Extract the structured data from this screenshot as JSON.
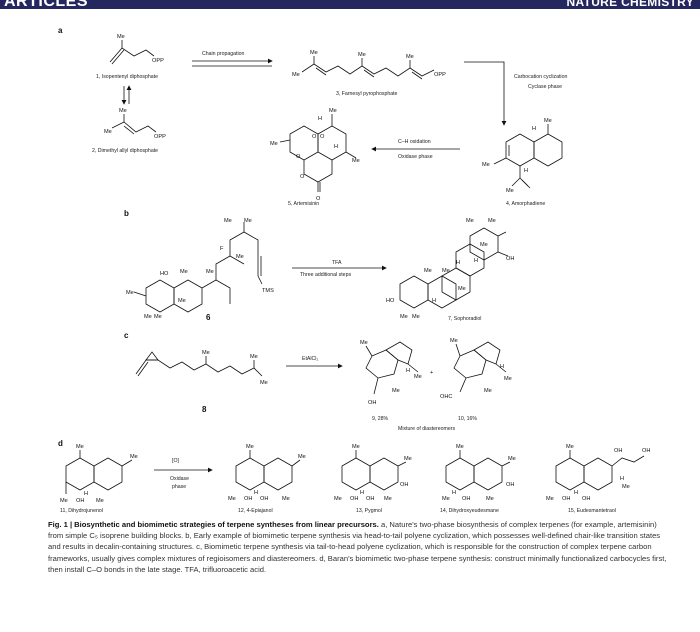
{
  "header": {
    "left": "ARTICLES",
    "right": "NATURE CHEMISTRY"
  },
  "figure": {
    "panels": {
      "a": "a",
      "b": "b",
      "c": "c",
      "d": "d"
    },
    "compounds": {
      "c1": "1, Isopentenyl diphosphate",
      "c2": "2, Dimethyl allyl diphosphate",
      "c3": "3, Farnesyl pyrophosphate",
      "c4": "4, Amorphadiene",
      "c5": "5, Artemisinin",
      "c6": "6",
      "c7": "7, Sophoradiol",
      "c8": "8",
      "c9": "9, 28%",
      "c10": "10, 16%",
      "c11": "11, Dihydrojunenol",
      "c12": "12, 4-Epiajanol",
      "c13": "13, Pygmol",
      "c14": "14, Dihydroxyeudesmane",
      "c15": "15, Eudesmantetraol"
    },
    "arrows": {
      "chain": "Chain propagation",
      "carbo1": "Carbocation cyclization",
      "carbo2": "Cyclase phase",
      "ch1": "C–H oxidation",
      "ch2": "Oxidase phase",
      "tfa": "TFA",
      "three": "Three additional steps",
      "etalcl": "EtAlCl₂",
      "mixture": "Mixture of diastereomers",
      "o": "[O]",
      "ox1": "Oxidase",
      "ox2": "phase"
    },
    "atoms": {
      "opp": "OPP",
      "me": "Me",
      "h": "H",
      "oh": "OH",
      "o": "O",
      "ho": "HO",
      "f": "F",
      "tms": "TMS",
      "ohc": "OHC",
      "plus": "+"
    }
  },
  "caption": {
    "title": "Fig. 1 | Biosynthetic and biomimetic strategies of terpene syntheses from linear precursors.",
    "body": " a, Nature's two-phase biosynthesis of complex terpenes (for example, artemisinin) from simple C₅ isoprene building blocks. b, Early example of biomimetic terpene synthesis via head-to-tail polyene cyclization, which possesses well-defined chair-like transition states and results in decalin-containing structures. c, Biomimetic terpene synthesis via tail-to-head polyene cyclization, which is responsible for the construction of complex terpene carbon frameworks, usually gives complex mixtures of regioisomers and diastereomers. d, Baran's biomimetic two-phase terpene synthesis: construct minimally functionalized carbocycles first, then install C–O bonds in the late stage. TFA, trifluoroacetic acid."
  }
}
